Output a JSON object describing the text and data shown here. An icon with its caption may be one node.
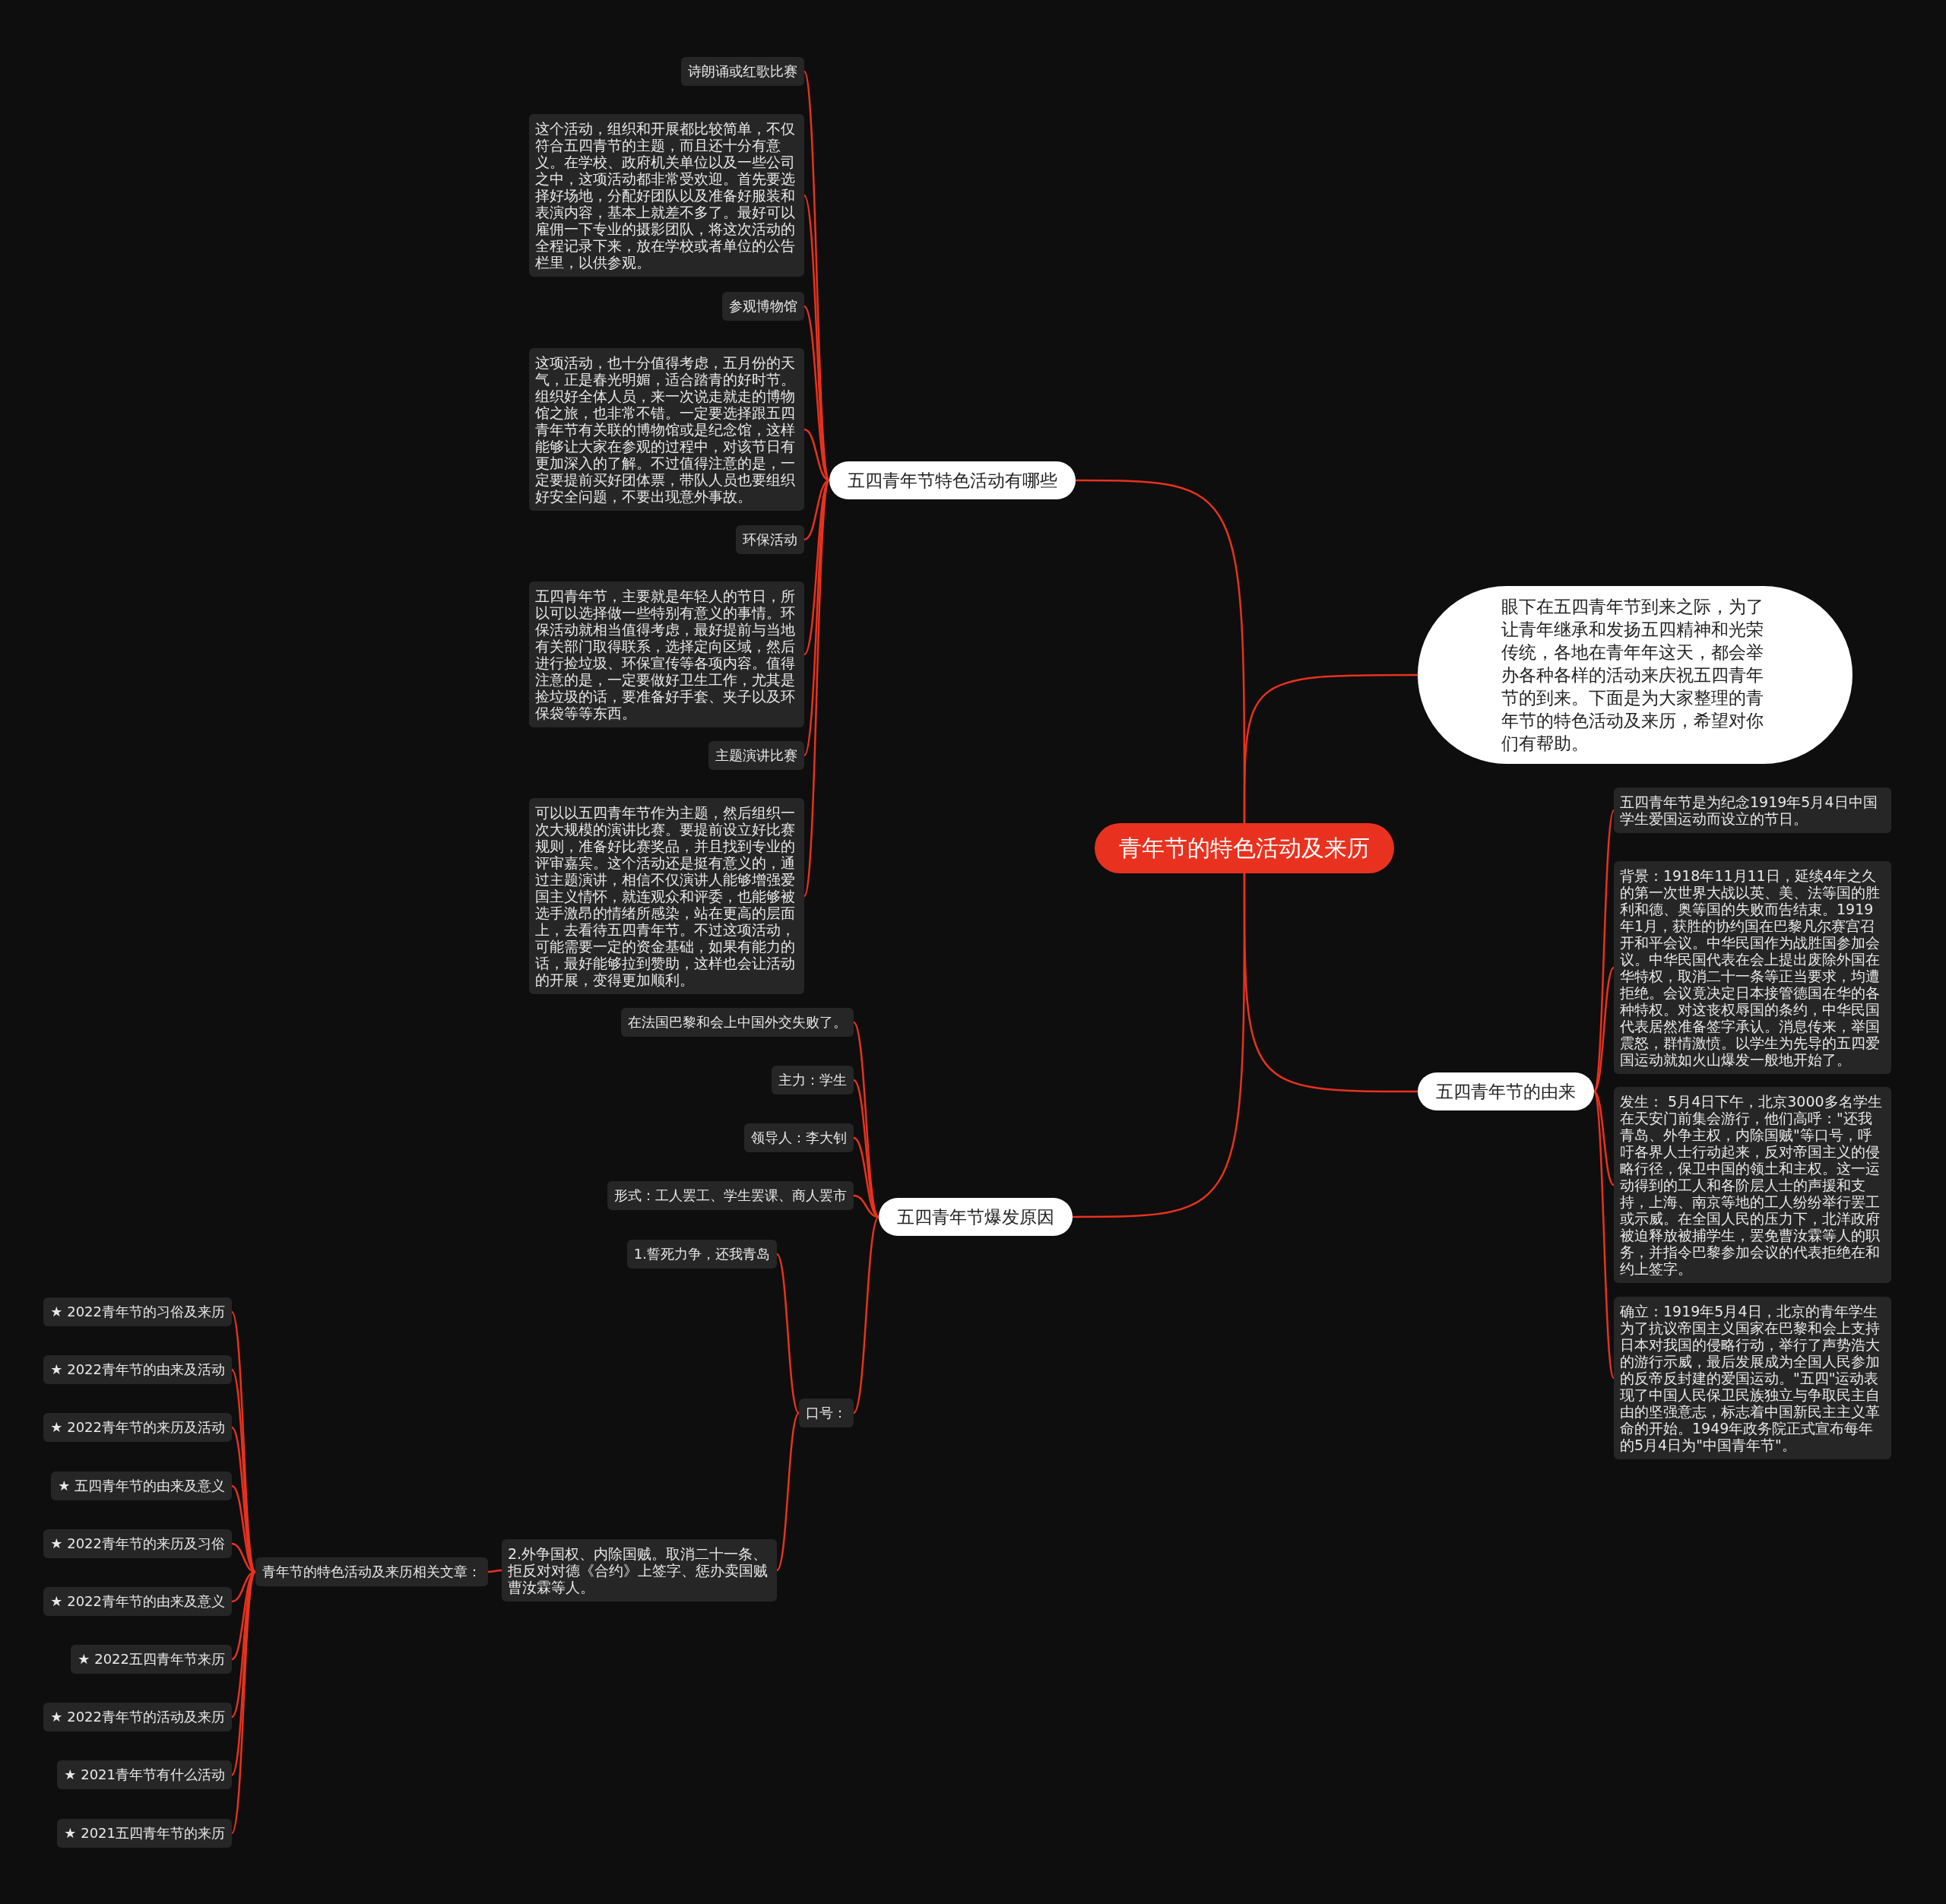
{
  "diagram": {
    "nodes": [
      {
        "text": [
          "青年节的特色活动及来历"
        ]
      },
      {
        "text": [
          "五四青年节特色活动有哪些"
        ]
      },
      {
        "text": [
          "诗朗诵或红歌比赛"
        ]
      },
      {
        "text": [
          "这个活动，组织和开展都比较简单，不仅符合五四青节的主题，而且还十分有意义。在学校、政府机关单位以及一些公司之中，这项活动都非常受欢迎。首先要选择好场地，分配好团队以及准备好服装和表演内容，基本上就差不多了。最好可以雇佣一下专业的摄影团队，将这次活动的全程记录下来，放在学校或者单位的公告栏里，以供参观。"
        ]
      },
      {
        "text": [
          "参观博物馆"
        ]
      },
      {
        "text": [
          "这项活动，也十分值得考虑，五月份的天气，正是春光明媚，适合踏青的好时节。组织好全体人员，来一次说走就走的博物馆之旅，也非常不错。一定要选择跟五四青年节有关联的博物馆或是纪念馆，这样能够让大家在参观的过程中，对该节日有更加深入的了解。不过值得注意的是，一定要提前买好团体票，带队人员也要组织好安全问题，不要出现意外事故。"
        ]
      },
      {
        "text": [
          "环保活动"
        ]
      },
      {
        "text": [
          "五四青年节，主要就是年轻人的节日，所以可以选择做一些特别有意义的事情。环保活动就相当值得考虑，最好提前与当地有关部门取得联系，选择定向区域，然后进行捡垃圾、环保宣传等各项内容。值得注意的是，一定要做好卫生工作，尤其是捡垃圾的话，要准备好手套、夹子以及环保袋等等东西。"
        ]
      },
      {
        "text": [
          "主题演讲比赛"
        ]
      },
      {
        "text": [
          "可以以五四青年节作为主题，然后组织一次大规模的演讲比赛。要提前设立好比赛规则，准备好比赛奖品，并且找到专业的评审嘉宾。这个活动还是挺有意义的，通过主题演讲，相信不仅演讲人能够增强爱国主义情怀，就连观众和评委，也能够被选手激昂的情绪所感染，站在更高的层面上，去看待五四青年节。不过这项活动，可能需要一定的资金基础，如果有能力的话，最好能够拉到赞助，这样也会让活动的开展，变得更加顺利。"
        ]
      },
      {
        "text": [
          "眼下在五四青年节到来之际，为了让青年继承和发扬五四精神和光荣传统，各地在青年年这天，都会举办各种各样的活动来庆祝五四青年节的到来。下面是为大家整理的青年节的特色活动及来历，希望对你们有帮助。"
        ]
      },
      {
        "text": [
          "五四青年节的由来"
        ]
      },
      {
        "text": [
          "五四青年节是为纪念1919年5月4日中国学生爱国运动而设立的节日。"
        ]
      },
      {
        "text": [
          "背景：1918年11月11日，延续4年之久的第一次世界大战以英、美、法等国的胜利和德、奥等国的失败而告结束。1919年1月，获胜的协约国在巴黎凡尔赛宫召开和平会议。中华民国作为战胜国参加会议。中华民国代表在会上提出废除外国在华特权，取消二十一条等正当要求，均遭拒绝。会议竟决定日本接管德国在华的各种特权。对这丧权辱国的条约，中华民国代表居然准备签字承认。消息传来，举国震怒，群情激愤。以学生为先导的五四爱国运动就如火山爆发一般地开始了。"
        ]
      },
      {
        "text": [
          "发生： 5月4日下午，北京3000多名学生在天安门前集会游行，他们高呼：\"还我青岛、外争主权，内除国贼\"等口号，呼吁各界人士行动起来，反对帝国主义的侵略行径，保卫中国的领土和主权。这一运动得到的工人和各阶层人士的声援和支持，上海、南京等地的工人纷纷举行罢工或示威。在全国人民的压力下，北洋政府被迫释放被捕学生，罢免曹汝霖等人的职务，并指令巴黎参加会议的代表拒绝在和约上签字。"
        ]
      },
      {
        "text": [
          "确立：1919年5月4日，北京的青年学生为了抗议帝国主义国家在巴黎和会上支持日本对我国的侵略行动，举行了声势浩大的游行示威，最后发展成为全国人民参加的反帝反封建的爱国运动。\"五四\"运动表现了中国人民保卫民族独立与争取民主自由的坚强意志，标志着中国新民主主义革命的开始。1949年政务院正式宣布每年的5月4日为\"中国青年节\"。"
        ]
      },
      {
        "text": [
          "五四青年节爆发原因"
        ]
      },
      {
        "text": [
          "在法国巴黎和会上中国外交失败了。"
        ]
      },
      {
        "text": [
          "主力：学生"
        ]
      },
      {
        "text": [
          "领导人：李大钊"
        ]
      },
      {
        "text": [
          "形式：工人罢工、学生罢课、商人罢市"
        ]
      },
      {
        "text": [
          "口号："
        ]
      },
      {
        "text": [
          "1.誓死力争，还我青岛"
        ]
      },
      {
        "text": [
          "2.外争国权、内除国贼。取消二十一条、拒反对对德《合约》上签字、惩办卖国贼曹汝霖等人。"
        ]
      },
      {
        "text": [
          "青年节的特色活动及来历相关文章："
        ]
      },
      {
        "text": [
          "★ 2022青年节的习俗及来历"
        ]
      },
      {
        "text": [
          "★ 2022青年节的由来及活动"
        ]
      },
      {
        "text": [
          "★ 2022青年节的来历及活动"
        ]
      },
      {
        "text": [
          "★ 五四青年节的由来及意义"
        ]
      },
      {
        "text": [
          "★ 2022青年节的来历及习俗"
        ]
      },
      {
        "text": [
          "★ 2022青年节的由来及意义"
        ]
      },
      {
        "text": [
          "★ 2022五四青年节来历"
        ]
      },
      {
        "text": [
          "★ 2022青年节的活动及来历"
        ]
      },
      {
        "text": [
          "★ 2021青年节有什么活动"
        ]
      },
      {
        "text": [
          "★ 2021五四青年节的来历"
        ]
      }
    ],
    "edges": [
      {
        "from": 0,
        "to": 1,
        "arrow": "none"
      },
      {
        "from": 1,
        "to": 2,
        "arrow": "none"
      },
      {
        "from": 1,
        "to": 3,
        "arrow": "none"
      },
      {
        "from": 1,
        "to": 4,
        "arrow": "none"
      },
      {
        "from": 1,
        "to": 5,
        "arrow": "none"
      },
      {
        "from": 1,
        "to": 6,
        "arrow": "none"
      },
      {
        "from": 1,
        "to": 7,
        "arrow": "none"
      },
      {
        "from": 1,
        "to": 8,
        "arrow": "none"
      },
      {
        "from": 1,
        "to": 9,
        "arrow": "none"
      },
      {
        "from": 0,
        "to": 10,
        "arrow": "none"
      },
      {
        "from": 0,
        "to": 11,
        "arrow": "none"
      },
      {
        "from": 11,
        "to": 12,
        "arrow": "none"
      },
      {
        "from": 11,
        "to": 13,
        "arrow": "none"
      },
      {
        "from": 11,
        "to": 14,
        "arrow": "none"
      },
      {
        "from": 11,
        "to": 15,
        "arrow": "none"
      },
      {
        "from": 0,
        "to": 16,
        "arrow": "none"
      },
      {
        "from": 16,
        "to": 17,
        "arrow": "none"
      },
      {
        "from": 16,
        "to": 18,
        "arrow": "none"
      },
      {
        "from": 16,
        "to": 19,
        "arrow": "none"
      },
      {
        "from": 16,
        "to": 20,
        "arrow": "none"
      },
      {
        "from": 16,
        "to": 21,
        "arrow": "none"
      },
      {
        "from": 21,
        "to": 22,
        "arrow": "none"
      },
      {
        "from": 21,
        "to": 23,
        "arrow": "none"
      },
      {
        "from": 23,
        "to": 24,
        "arrow": "none"
      },
      {
        "from": 24,
        "to": 25,
        "arrow": "none"
      },
      {
        "from": 24,
        "to": 26,
        "arrow": "none"
      },
      {
        "from": 24,
        "to": 27,
        "arrow": "none"
      },
      {
        "from": 24,
        "to": 28,
        "arrow": "none"
      },
      {
        "from": 24,
        "to": 29,
        "arrow": "none"
      },
      {
        "from": 24,
        "to": 30,
        "arrow": "none"
      },
      {
        "from": 24,
        "to": 31,
        "arrow": "none"
      },
      {
        "from": 24,
        "to": 32,
        "arrow": "none"
      },
      {
        "from": 24,
        "to": 33,
        "arrow": "none"
      },
      {
        "from": 24,
        "to": 34,
        "arrow": "none"
      }
    ]
  }
}
